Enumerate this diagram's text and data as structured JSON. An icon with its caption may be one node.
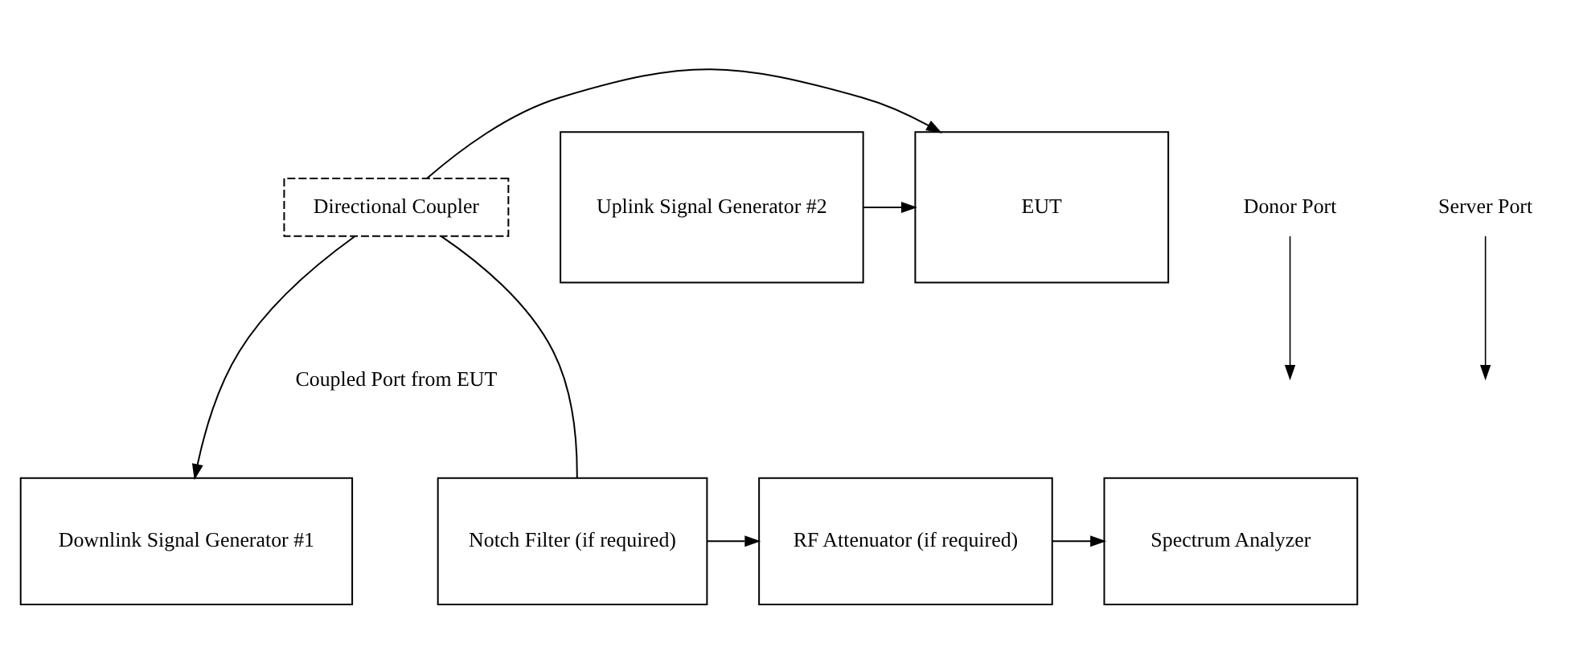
{
  "diagram": {
    "nodes": [
      {
        "text": [
          "Directional Coupler"
        ]
      },
      {
        "text": [
          "Donor Port"
        ]
      },
      {
        "text": [
          "Server Port"
        ]
      },
      {
        "text": [
          "EUT"
        ]
      },
      {
        "text": [
          "Uplink Signal Generator #2"
        ]
      },
      {
        "text": [
          "Downlink Signal Generator #1"
        ]
      },
      {
        "text": [
          "Notch Filter (if required)"
        ]
      },
      {
        "text": [
          "RF Attenuator (if required)"
        ]
      },
      {
        "text": [
          "Spectrum Analyzer"
        ]
      }
    ],
    "edges": [
      {
        "from": 0,
        "to": 3,
        "arrow": "to"
      },
      {
        "from": 0,
        "to": 5,
        "arrow": "to"
      },
      {
        "from": 6,
        "to": 0,
        "arrow": "none"
      },
      {
        "from": 4,
        "to": 3,
        "arrow": "to"
      },
      {
        "from": 6,
        "to": 7,
        "arrow": "to"
      },
      {
        "from": 7,
        "to": 8,
        "arrow": "to"
      },
      {
        "from": 1,
        "to": null,
        "arrow": "to"
      },
      {
        "from": 2,
        "to": null,
        "arrow": "to"
      }
    ],
    "labels": [
      "Coupled Port from EUT"
    ]
  }
}
